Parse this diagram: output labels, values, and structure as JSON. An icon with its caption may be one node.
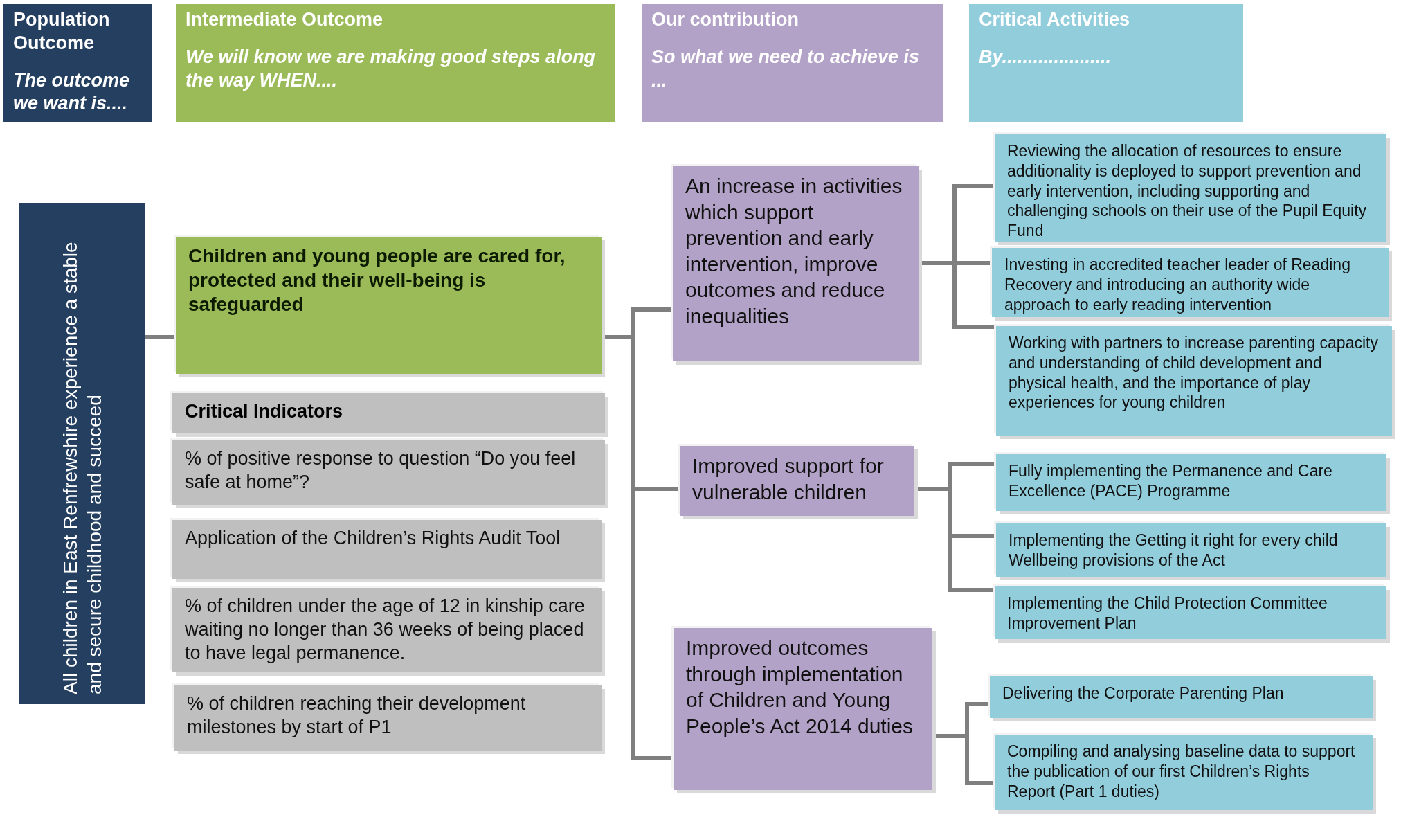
{
  "diagram": {
    "nodes": [
      {
        "text": [
          "Population Outcome",
          "The outcome we want is...."
        ]
      },
      {
        "text": [
          "Intermediate Outcome",
          "We will know we are making good steps along the way WHEN...."
        ]
      },
      {
        "text": [
          "Our contribution",
          "So what we need to achieve is ..."
        ]
      },
      {
        "text": [
          "Critical Activities",
          "By....................."
        ]
      },
      {
        "text": [
          "All children in East Renfrewshire experience a stable and secure childhood and succeed"
        ]
      },
      {
        "text": [
          "Children and young people are cared for, protected and their well-being is safeguarded"
        ]
      },
      {
        "text": [
          "Critical Indicators"
        ]
      },
      {
        "text": [
          "% of positive response to question “Do you feel safe at home”?"
        ]
      },
      {
        "text": [
          "Application of the Children’s Rights Audit Tool"
        ]
      },
      {
        "text": [
          "% of children under the age of 12 in kinship care waiting no longer than 36 weeks of being placed to have legal permanence."
        ]
      },
      {
        "text": [
          "% of children reaching their development milestones by start of P1"
        ]
      },
      {
        "text": [
          "An increase in activities which support prevention and early intervention, improve outcomes and reduce inequalities"
        ]
      },
      {
        "text": [
          "Improved support for vulnerable children"
        ]
      },
      {
        "text": [
          "Improved outcomes through implementation of Children and Young People’s Act 2014 duties"
        ]
      },
      {
        "text": [
          "Reviewing the allocation of resources to ensure additionality is deployed to support prevention and early intervention, including supporting and challenging schools on their use of the Pupil Equity Fund"
        ]
      },
      {
        "text": [
          "Investing in accredited teacher leader of Reading Recovery and introducing an authority wide approach to early reading intervention"
        ]
      },
      {
        "text": [
          "Working with partners to increase parenting capacity and understanding of child development and physical health, and the importance of play experiences for young children"
        ]
      },
      {
        "text": [
          "Fully implementing the Permanence and Care Excellence (PACE) Programme"
        ]
      },
      {
        "text": [
          "Implementing the Getting it right for every child Wellbeing provisions of the Act"
        ]
      },
      {
        "text": [
          "Implementing the Child Protection Committee Improvement Plan"
        ]
      },
      {
        "text": [
          "Delivering the Corporate Parenting Plan"
        ]
      },
      {
        "text": [
          "Compiling and analysing baseline data to support the publication of our first Children’s Rights Report (Part 1 duties)"
        ]
      }
    ],
    "edges": [
      {
        "from": 4,
        "to": 5,
        "arrow": "none"
      },
      {
        "from": 5,
        "to": 11,
        "arrow": "none"
      },
      {
        "from": 5,
        "to": 12,
        "arrow": "none"
      },
      {
        "from": 5,
        "to": 13,
        "arrow": "none"
      },
      {
        "from": 11,
        "to": 14,
        "arrow": "none"
      },
      {
        "from": 11,
        "to": 15,
        "arrow": "none"
      },
      {
        "from": 11,
        "to": 16,
        "arrow": "none"
      },
      {
        "from": 12,
        "to": 17,
        "arrow": "none"
      },
      {
        "from": 12,
        "to": 18,
        "arrow": "none"
      },
      {
        "from": 12,
        "to": 19,
        "arrow": "none"
      },
      {
        "from": 13,
        "to": 20,
        "arrow": "none"
      },
      {
        "from": 13,
        "to": 21,
        "arrow": "none"
      }
    ]
  }
}
